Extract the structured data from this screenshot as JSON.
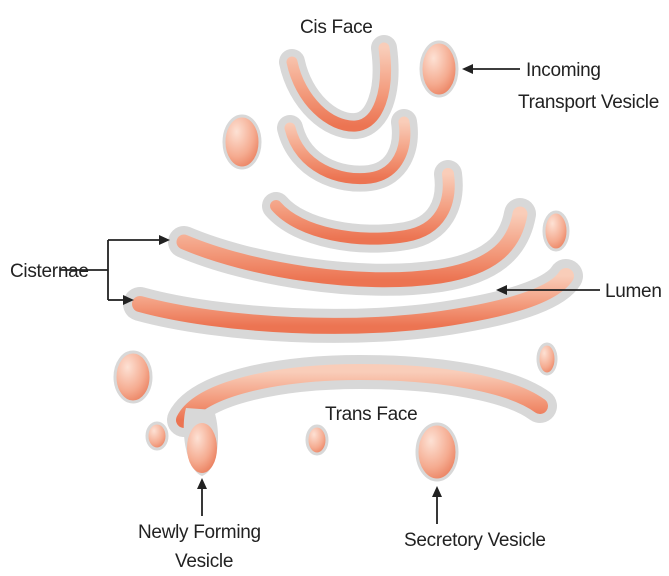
{
  "labels": {
    "cis_face": "Cis Face",
    "incoming_line1": "Incoming",
    "incoming_line2": "Transport Vesicle",
    "cisternae": "Cisternae",
    "lumen": "Lumen",
    "trans_face": "Trans Face",
    "newly_forming_line1": "Newly Forming",
    "newly_forming_line2": "Vesicle",
    "secretory": "Secretory Vesicle"
  },
  "colors": {
    "membrane": "#dcdcdc",
    "membrane_edge": "#c9c9c9",
    "lumen_outer": "#f8c2ad",
    "lumen_inner": "#ee7d5d",
    "vesicle_light": "#fbd3c3",
    "vesicle_dark": "#ef8a6a",
    "text": "#222222"
  }
}
